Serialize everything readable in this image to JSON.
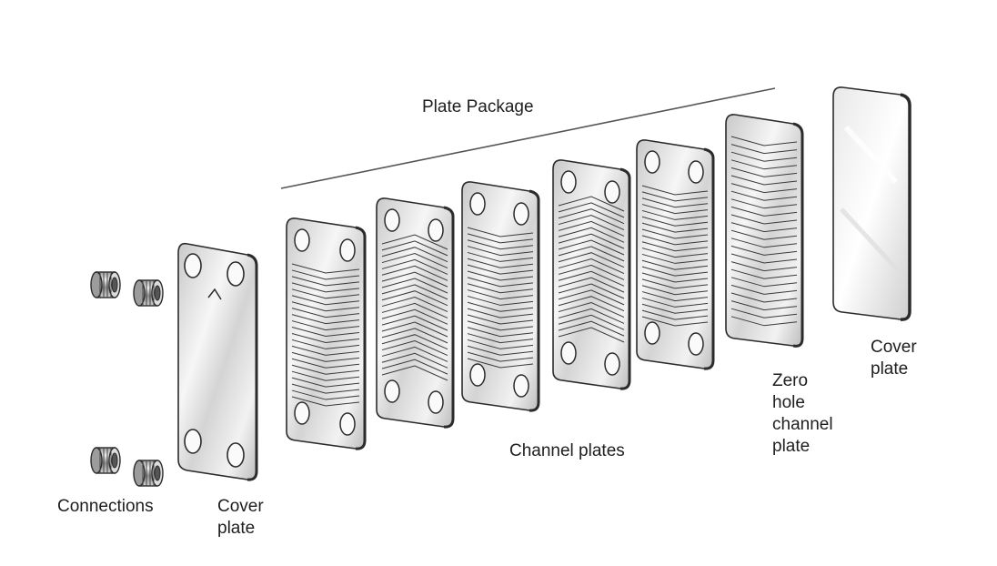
{
  "labels": {
    "plate_package": "Plate Package",
    "connections": "Connections",
    "cover_plate_left": "Cover\nplate",
    "channel_plates": "Channel plates",
    "zero_hole_plate": "Zero\nhole\nchannel\nplate",
    "cover_plate_right": "Cover\nplate"
  },
  "colors": {
    "outline": "#2b2b2b",
    "metal_light": "#f7f7f7",
    "metal_mid": "#d9d9d9",
    "metal_dark": "#b5b5b5"
  }
}
